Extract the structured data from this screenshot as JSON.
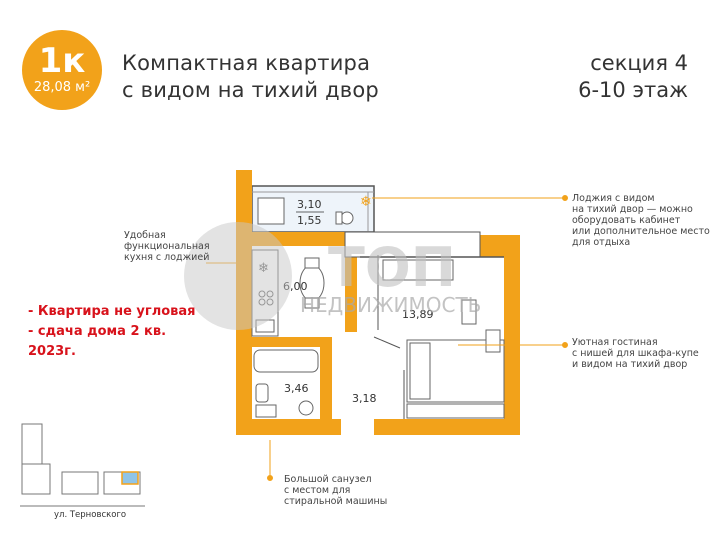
{
  "badge": {
    "rooms": "1к",
    "area": "28,08 м²"
  },
  "title": {
    "line1": "Компактная квартира",
    "line2": "с видом на тихий двор"
  },
  "section": {
    "line1": "секция 4",
    "line2": "6-10 этаж"
  },
  "rooms": {
    "loggia_area_1": "3,10",
    "loggia_area_2": "1,55",
    "kitchen": "6,00",
    "living": "13,89",
    "bath": "3,46",
    "hall": "3,18"
  },
  "notes": {
    "kitchen": [
      "Удобная",
      "функциональная",
      "кухня с лоджией"
    ],
    "loggia": [
      "Лоджия с видом",
      "на тихий двор — можно",
      "оборудовать кабинет",
      "или дополнительное место",
      "для отдыха"
    ],
    "living": [
      "Уютная гостиная",
      "с нишей для шкафа-купе",
      "и видом на тихий двор"
    ],
    "bath": [
      "Большой санузел",
      "с местом для",
      "стиральной машины"
    ]
  },
  "red_note": [
    "- Квартира не угловая",
    "- сдача дома 2 кв.",
    "2023г."
  ],
  "watermark": {
    "brand": "ТОП",
    "sub": "НЕДВИЖИМОСТЬ"
  },
  "street": "ул. Терновского",
  "colors": {
    "accent": "#f2a21a",
    "wall": "#f2a21a",
    "red_text": "#d8121b",
    "line": "#555555"
  }
}
